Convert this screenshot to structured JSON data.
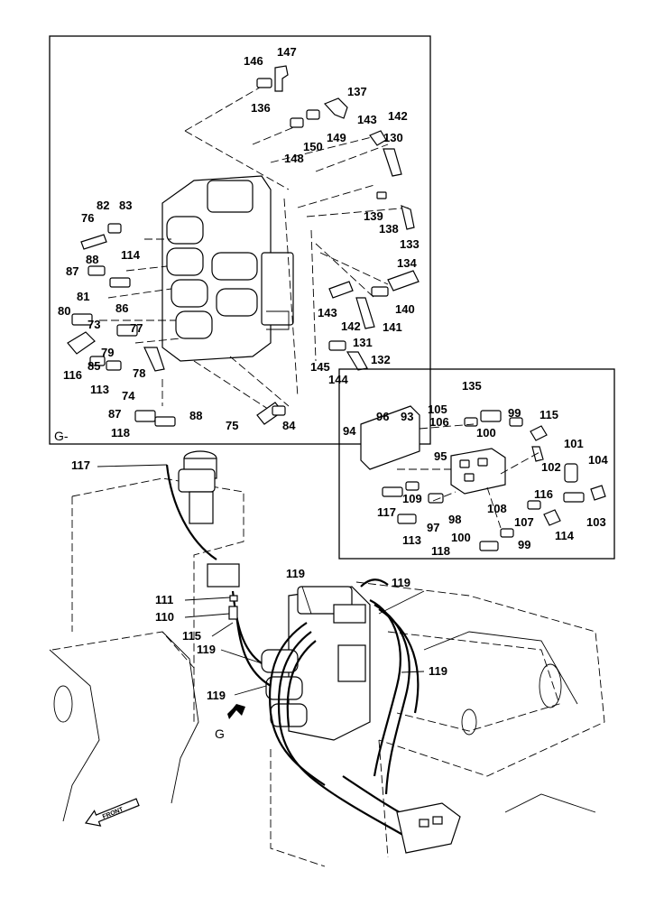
{
  "insets": {
    "main_label": "G-",
    "view_arrow_label": "G",
    "front_arrow_label": "FRONT"
  },
  "callouts": {
    "main_inset": [
      "146",
      "147",
      "136",
      "137",
      "143",
      "142",
      "149",
      "150",
      "130",
      "148",
      "82",
      "83",
      "76",
      "139",
      "138",
      "133",
      "88",
      "114",
      "134",
      "87",
      "81",
      "86",
      "80",
      "73",
      "77",
      "143",
      "142",
      "140",
      "131",
      "141",
      "79",
      "85",
      "116",
      "78",
      "113",
      "74",
      "145",
      "144",
      "132",
      "87",
      "88",
      "75",
      "84",
      "118"
    ],
    "small_inset": [
      "135",
      "105",
      "99",
      "115",
      "96",
      "93",
      "106",
      "100",
      "94",
      "101",
      "95",
      "102",
      "104",
      "109",
      "116",
      "117",
      "97",
      "98",
      "108",
      "107",
      "103",
      "113",
      "100",
      "114",
      "99",
      "118"
    ],
    "lower": [
      "117",
      "119",
      "119",
      "111",
      "110",
      "115",
      "119",
      "119",
      "119"
    ]
  }
}
